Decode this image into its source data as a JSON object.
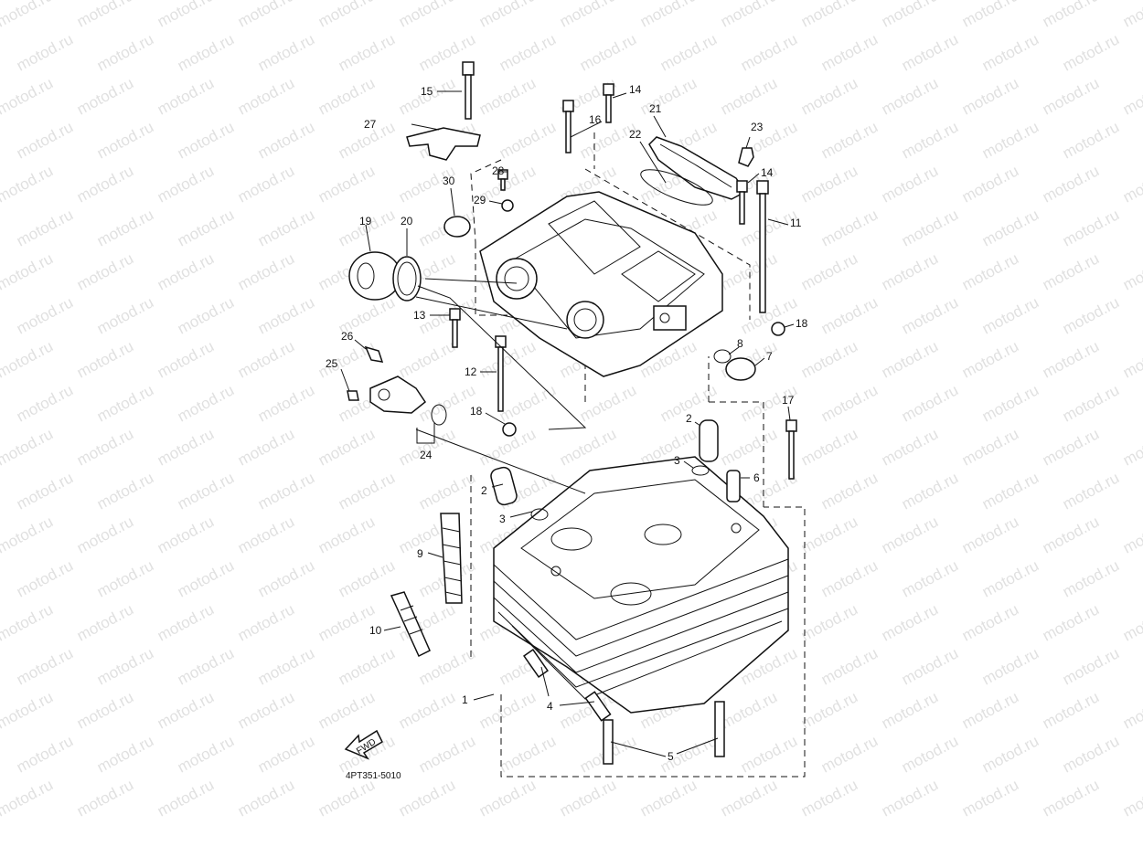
{
  "watermark": {
    "text": "motod.ru"
  },
  "diagram": {
    "code": "4PT351-5010",
    "fwd_label": "FWD",
    "callouts": [
      {
        "id": "c1",
        "label": "1"
      },
      {
        "id": "c2a",
        "label": "2"
      },
      {
        "id": "c2b",
        "label": "2"
      },
      {
        "id": "c3a",
        "label": "3"
      },
      {
        "id": "c3b",
        "label": "3"
      },
      {
        "id": "c4",
        "label": "4"
      },
      {
        "id": "c5",
        "label": "5"
      },
      {
        "id": "c6",
        "label": "6"
      },
      {
        "id": "c7",
        "label": "7"
      },
      {
        "id": "c8",
        "label": "8"
      },
      {
        "id": "c9",
        "label": "9"
      },
      {
        "id": "c10",
        "label": "10"
      },
      {
        "id": "c11",
        "label": "11"
      },
      {
        "id": "c12",
        "label": "12"
      },
      {
        "id": "c13",
        "label": "13"
      },
      {
        "id": "c14a",
        "label": "14"
      },
      {
        "id": "c14b",
        "label": "14"
      },
      {
        "id": "c15",
        "label": "15"
      },
      {
        "id": "c16",
        "label": "16"
      },
      {
        "id": "c17",
        "label": "17"
      },
      {
        "id": "c18a",
        "label": "18"
      },
      {
        "id": "c18b",
        "label": "18"
      },
      {
        "id": "c19",
        "label": "19"
      },
      {
        "id": "c20",
        "label": "20"
      },
      {
        "id": "c21",
        "label": "21"
      },
      {
        "id": "c22",
        "label": "22"
      },
      {
        "id": "c23",
        "label": "23"
      },
      {
        "id": "c24",
        "label": "24"
      },
      {
        "id": "c25",
        "label": "25"
      },
      {
        "id": "c26",
        "label": "26"
      },
      {
        "id": "c27",
        "label": "27"
      },
      {
        "id": "c28",
        "label": "28"
      },
      {
        "id": "c29",
        "label": "29"
      },
      {
        "id": "c30",
        "label": "30"
      }
    ]
  }
}
